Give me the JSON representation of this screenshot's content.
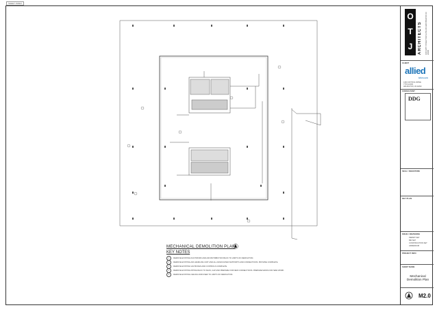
{
  "sheet": {
    "border_label": "SHEET INDEX",
    "drawing_title": "MECHANICAL DEMOLITION PLAN",
    "key_notes_title": "KEY NOTES",
    "key_notes": [
      "REMOVE EXISTING DUCTWORK AND AIR DISTRIBUTION BACK TO LIMITS OF DEMOLITION.",
      "REMOVE EXISTING AIR HANDLING UNIT AND ALL ASSOCIATED SUPPORTS AND CONNECTIONS. PROVIDE COMPLETE.",
      "REMOVE EXISTING VAV BOXES AND CONTROLS COMPLETE.",
      "REMOVE EXISTING PIPING BACK TO MAIN, CAP AND PREPARE FOR NEW CONNECTIONS. PREPARE MAINS FOR NEW WORK.",
      "REMOVE EXISTING CEILING DIFFUSER TO LIMITS OF DEMOLITION."
    ]
  },
  "titleblock": {
    "logo_letters": [
      "O",
      "T",
      "J"
    ],
    "firm": "ARCHITECTS",
    "firm_address": "1150 18TH STREET NW SUITE 200 WASHINGTON DC 20036",
    "client": "allied",
    "client_sub": "telecom",
    "project_address": [
      "1400 CRYSTAL DRIVE",
      "7TH FLOOR",
      "ARLINGTON, VA 22202"
    ],
    "consultant_label": "CONSULTANT",
    "consultant_logo": "DDG",
    "seal_label": "SEAL / SIGNATURE",
    "key_plan_label": "KEY PLAN",
    "revisions_label": "ISSUE / REVISIONS",
    "revisions": [
      "PERMIT SET",
      "BID SET",
      "CONSTRUCTION SET",
      "ADDENDUM"
    ],
    "project_info_label": "PROJECT INFO",
    "sheet_title_label": "SHEET NAME",
    "sheet_title": "Mechanical Demolition Plan",
    "sheet_number": "M2.0"
  }
}
